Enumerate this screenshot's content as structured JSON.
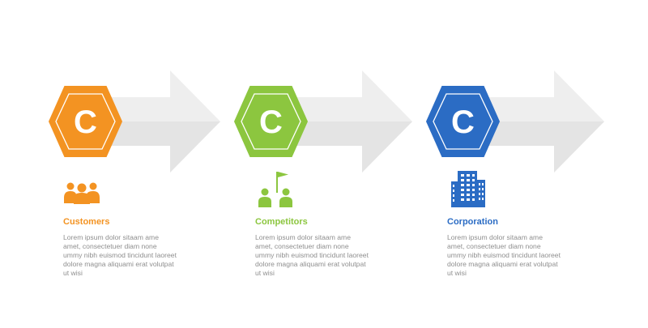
{
  "steps": [
    {
      "letter": "C",
      "title": "Customers",
      "description": "Lorem ipsum dolor sitaam ame amet, consectetuer diam none ummy  nibh euismod tincidunt laoreet dolore magna aliquami erat volutpat ut wisi",
      "color": "#f39322",
      "icon": "people-group-icon"
    },
    {
      "letter": "C",
      "title": "Competitors",
      "description": "Lorem ipsum dolor sitaam ame amet, consectetuer diam none ummy  nibh euismod tincidunt laoreet dolore magna aliquami erat volutpat ut wisi",
      "color": "#8cc63f",
      "icon": "competitors-flag-icon"
    },
    {
      "letter": "C",
      "title": "Corporation",
      "description": "Lorem ipsum dolor sitaam ame amet, consectetuer diam none ummy  nibh euismod tincidunt laoreet dolore magna aliquami erat volutpat ut wisi",
      "color": "#2b6cc4",
      "icon": "office-building-icon"
    }
  ],
  "colors": {
    "arrow_light": "#eeeeee",
    "arrow_shade": "#e2e2e2",
    "body_text": "#8f8f8f"
  }
}
